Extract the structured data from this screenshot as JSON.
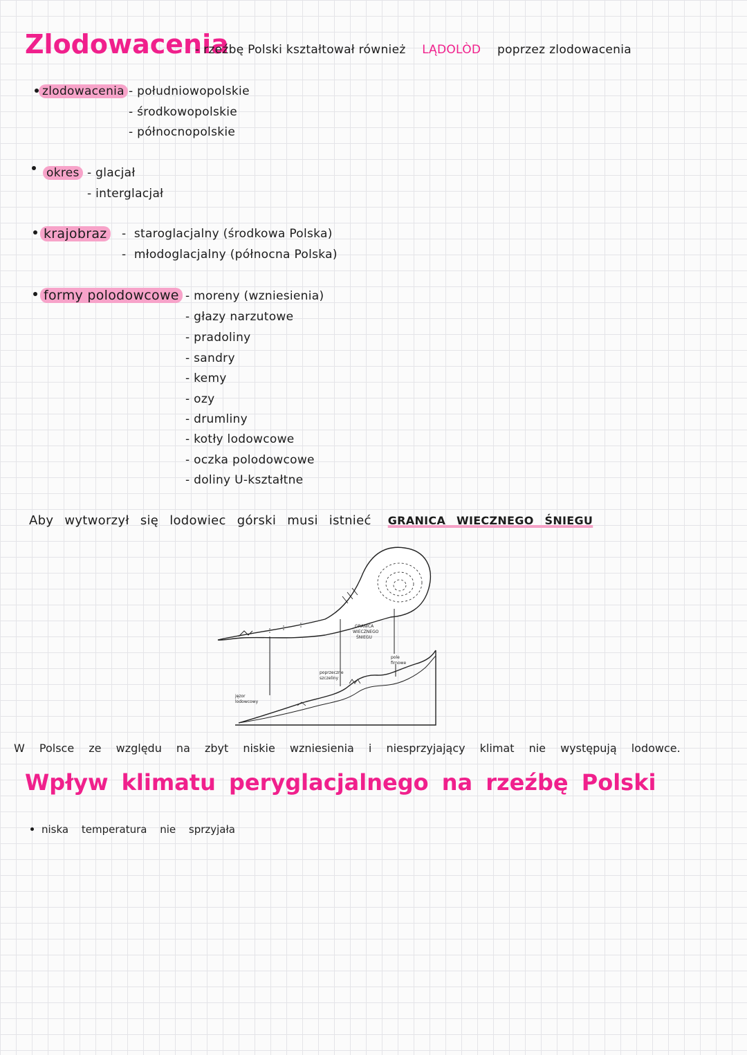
{
  "header": {
    "title": "Zlodowacenia",
    "intro_prefix": "- rzeźbę Polski kształtował również",
    "intro_highlight": "LĄDOLÒD",
    "intro_suffix": "poprzez zlodowacenia"
  },
  "sections": [
    {
      "label": "zlodowacenia",
      "items": [
        "południowopolskie",
        "środkowopolskie",
        "północnopolskie"
      ]
    },
    {
      "label": "okres",
      "items": [
        "glacjał",
        "interglacjał"
      ]
    },
    {
      "label": "krajobraz",
      "items": [
        "staroglacjalny (środkowa Polska)",
        "młodoglacjalny (północna Polska)"
      ]
    },
    {
      "label": "formy polodowcowe",
      "items": [
        "moreny (wzniesienia)",
        "głazy narzutowe",
        "pradoliny",
        "sandry",
        "kemy",
        "ozy",
        "drumliny",
        "kotły lodowcowe",
        "oczka polodowcowe",
        "doliny U-kształtne"
      ]
    }
  ],
  "glacier_sentence": {
    "text": "Aby wytworzył się lodowiec górski musi istnieć",
    "emphasis": "GRANICA WIECZNEGO ŚNIEGU"
  },
  "diagram": {
    "labels": {
      "snow_line": [
        "GRANICA",
        "WIECZNEGO",
        "ŚNIEGU"
      ],
      "firn": [
        "pole",
        "firnowe"
      ],
      "crevasses": [
        "poprzeczne",
        "szczeliny"
      ],
      "tongue": [
        "jęzor",
        "lodowcowy"
      ]
    }
  },
  "poland_note": "W Polsce ze względu na zbyt niskie wzniesienia i niesprzyjający klimat nie występują lodowce.",
  "subtitle": "Wpływ klimatu peryglacjalnego na rzeźbę Polski",
  "bullet_last": "niska temperatura nie sprzyjała",
  "colors": {
    "accent": "#f0208c",
    "highlight": "#f7a3c9"
  }
}
